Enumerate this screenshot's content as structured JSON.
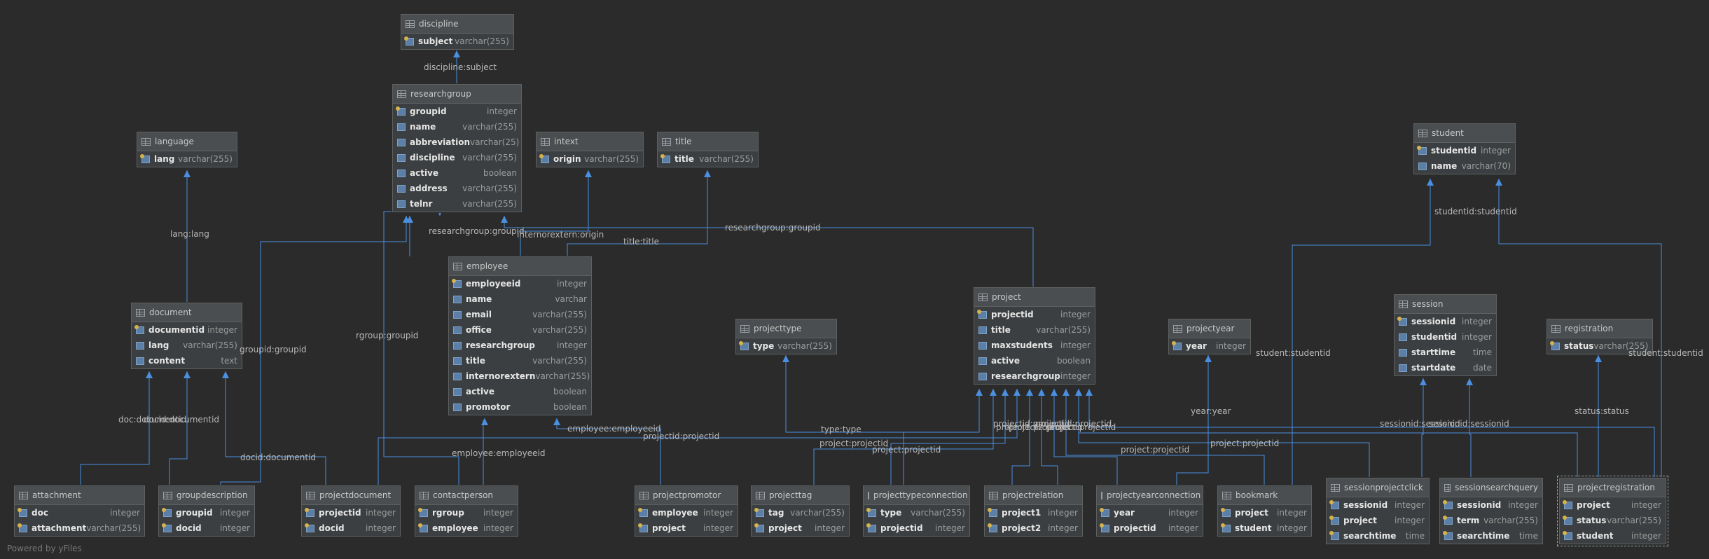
{
  "footer": "Powered by yFiles",
  "colors": {
    "background": "#2b2b2b",
    "edge": "#4a8fe0",
    "table": "#3c3f41"
  },
  "tables": [
    {
      "id": "discipline",
      "name": "discipline",
      "columns": [
        {
          "name": "subject",
          "type": "varchar(255)",
          "key": true
        }
      ]
    },
    {
      "id": "researchgroup",
      "name": "researchgroup",
      "columns": [
        {
          "name": "groupid",
          "type": "integer",
          "key": true
        },
        {
          "name": "name",
          "type": "varchar(255)"
        },
        {
          "name": "abbreviation",
          "type": "varchar(25)"
        },
        {
          "name": "discipline",
          "type": "varchar(255)"
        },
        {
          "name": "active",
          "type": "boolean"
        },
        {
          "name": "address",
          "type": "varchar(255)"
        },
        {
          "name": "telnr",
          "type": "varchar(255)"
        }
      ]
    },
    {
      "id": "language",
      "name": "language",
      "columns": [
        {
          "name": "lang",
          "type": "varchar(255)",
          "key": true
        }
      ]
    },
    {
      "id": "intext",
      "name": "intext",
      "columns": [
        {
          "name": "origin",
          "type": "varchar(255)",
          "key": true
        }
      ]
    },
    {
      "id": "title",
      "name": "title",
      "columns": [
        {
          "name": "title",
          "type": "varchar(255)",
          "key": true
        }
      ]
    },
    {
      "id": "student",
      "name": "student",
      "columns": [
        {
          "name": "studentid",
          "type": "integer",
          "key": true
        },
        {
          "name": "name",
          "type": "varchar(70)"
        }
      ]
    },
    {
      "id": "employee",
      "name": "employee",
      "columns": [
        {
          "name": "employeeid",
          "type": "integer",
          "key": true
        },
        {
          "name": "name",
          "type": "varchar"
        },
        {
          "name": "email",
          "type": "varchar(255)"
        },
        {
          "name": "office",
          "type": "varchar(255)"
        },
        {
          "name": "researchgroup",
          "type": "integer"
        },
        {
          "name": "title",
          "type": "varchar(255)"
        },
        {
          "name": "internorextern",
          "type": "varchar(255)"
        },
        {
          "name": "active",
          "type": "boolean"
        },
        {
          "name": "promotor",
          "type": "boolean"
        }
      ]
    },
    {
      "id": "document",
      "name": "document",
      "columns": [
        {
          "name": "documentid",
          "type": "integer",
          "key": true
        },
        {
          "name": "lang",
          "type": "varchar(255)"
        },
        {
          "name": "content",
          "type": "text"
        }
      ]
    },
    {
      "id": "project",
      "name": "project",
      "columns": [
        {
          "name": "projectid",
          "type": "integer",
          "key": true
        },
        {
          "name": "title",
          "type": "varchar(255)"
        },
        {
          "name": "maxstudents",
          "type": "integer"
        },
        {
          "name": "active",
          "type": "boolean"
        },
        {
          "name": "researchgroup",
          "type": "integer"
        }
      ]
    },
    {
      "id": "projecttype",
      "name": "projecttype",
      "columns": [
        {
          "name": "type",
          "type": "varchar(255)",
          "key": true
        }
      ]
    },
    {
      "id": "projectyear",
      "name": "projectyear",
      "columns": [
        {
          "name": "year",
          "type": "integer",
          "key": true
        }
      ]
    },
    {
      "id": "session",
      "name": "session",
      "columns": [
        {
          "name": "sessionid",
          "type": "integer",
          "key": true
        },
        {
          "name": "studentid",
          "type": "integer"
        },
        {
          "name": "starttime",
          "type": "time"
        },
        {
          "name": "startdate",
          "type": "date"
        }
      ]
    },
    {
      "id": "registration",
      "name": "registration",
      "columns": [
        {
          "name": "status",
          "type": "varchar(255)",
          "key": true
        }
      ]
    },
    {
      "id": "attachment",
      "name": "attachment",
      "columns": [
        {
          "name": "doc",
          "type": "integer",
          "key": true
        },
        {
          "name": "attachment",
          "type": "varchar(255)",
          "key": true
        }
      ]
    },
    {
      "id": "groupdescription",
      "name": "groupdescription",
      "columns": [
        {
          "name": "groupid",
          "type": "integer",
          "key": true
        },
        {
          "name": "docid",
          "type": "integer",
          "key": true
        }
      ]
    },
    {
      "id": "projectdocument",
      "name": "projectdocument",
      "columns": [
        {
          "name": "projectid",
          "type": "integer",
          "key": true
        },
        {
          "name": "docid",
          "type": "integer",
          "key": true
        }
      ]
    },
    {
      "id": "contactperson",
      "name": "contactperson",
      "columns": [
        {
          "name": "rgroup",
          "type": "integer",
          "key": true
        },
        {
          "name": "employee",
          "type": "integer",
          "key": true
        }
      ]
    },
    {
      "id": "projectpromotor",
      "name": "projectpromotor",
      "columns": [
        {
          "name": "employee",
          "type": "integer",
          "key": true
        },
        {
          "name": "project",
          "type": "integer",
          "key": true
        }
      ]
    },
    {
      "id": "projecttag",
      "name": "projecttag",
      "columns": [
        {
          "name": "tag",
          "type": "varchar(255)",
          "key": true
        },
        {
          "name": "project",
          "type": "integer",
          "key": true
        }
      ]
    },
    {
      "id": "projecttypeconnection",
      "name": "projecttypeconnection",
      "columns": [
        {
          "name": "type",
          "type": "varchar(255)",
          "key": true
        },
        {
          "name": "projectid",
          "type": "integer",
          "key": true
        }
      ]
    },
    {
      "id": "projectrelation",
      "name": "projectrelation",
      "columns": [
        {
          "name": "project1",
          "type": "integer",
          "key": true
        },
        {
          "name": "project2",
          "type": "integer",
          "key": true
        }
      ]
    },
    {
      "id": "projectyearconnection",
      "name": "projectyearconnection",
      "columns": [
        {
          "name": "year",
          "type": "integer",
          "key": true
        },
        {
          "name": "projectid",
          "type": "integer",
          "key": true
        }
      ]
    },
    {
      "id": "bookmark",
      "name": "bookmark",
      "columns": [
        {
          "name": "project",
          "type": "integer",
          "key": true
        },
        {
          "name": "student",
          "type": "integer",
          "key": true
        }
      ]
    },
    {
      "id": "sessionprojectclick",
      "name": "sessionprojectclick",
      "columns": [
        {
          "name": "sessionid",
          "type": "integer",
          "key": true
        },
        {
          "name": "project",
          "type": "integer",
          "key": true
        },
        {
          "name": "searchtime",
          "type": "time",
          "key": true
        }
      ]
    },
    {
      "id": "sessionsearchquery",
      "name": "sessionsearchquery",
      "columns": [
        {
          "name": "sessionid",
          "type": "integer",
          "key": true
        },
        {
          "name": "term",
          "type": "varchar(255)",
          "key": true
        },
        {
          "name": "searchtime",
          "type": "time",
          "key": true
        }
      ]
    },
    {
      "id": "projectregistration",
      "name": "projectregistration",
      "selected": true,
      "columns": [
        {
          "name": "project",
          "type": "integer",
          "key": true
        },
        {
          "name": "status",
          "type": "varchar(255)",
          "key": true
        },
        {
          "name": "student",
          "type": "integer",
          "key": true
        }
      ]
    }
  ],
  "edge_labels": [
    "discipline:subject",
    "lang:lang",
    "researchgroup:groupid",
    "internorextern:origin",
    "title:title",
    "researchgroup:groupid",
    "studentid:studentid",
    "rgroup:groupid",
    "groupid:groupid",
    "student:studentid",
    "student:studentid",
    "doc:documentid",
    "docid:documentid",
    "docid:documentid",
    "employee:employeeid",
    "employee:employeeid",
    "projectid:projectid",
    "type:type",
    "project:projectid",
    "project:projectid",
    "projectid:projectid",
    "project1:projectid",
    "project2:projectid",
    "projectid:projectid",
    "project:projectid",
    "project:projectid",
    "project:projectid",
    "year:year",
    "sessionid:sessionid",
    "sessionid:sessionid",
    "status:status"
  ]
}
